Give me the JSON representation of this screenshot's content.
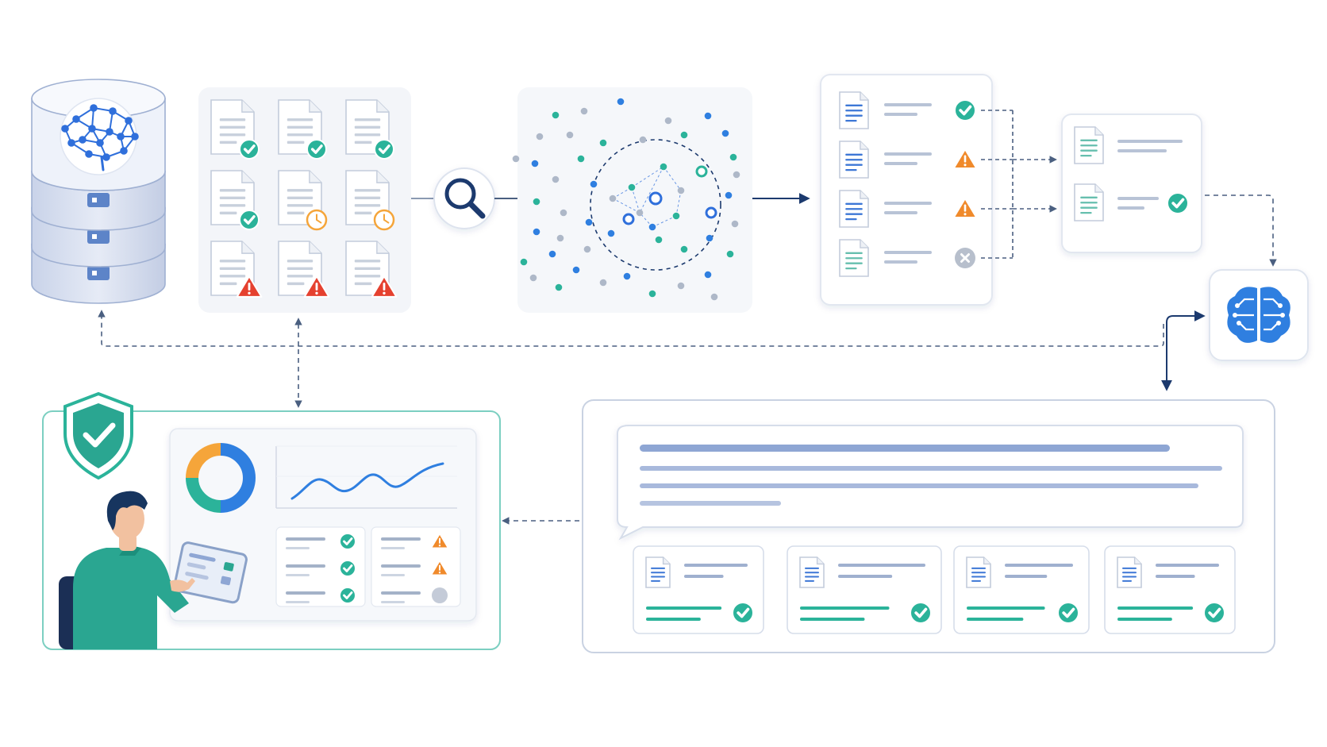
{
  "colors": {
    "navy": "#1c3a6e",
    "blue": "#2f7fe0",
    "teal": "#2bb39a",
    "orange": "#f08a2b",
    "red": "#e5412f",
    "gray": "#b7bfcc",
    "line": "#8a9ab2",
    "panel": "#f3f5f9"
  },
  "icons": {
    "database": "database-brain-icon",
    "search": "magnifier-icon",
    "ai": "brain-circuit-icon",
    "security": "shield-check-icon",
    "user": "person-with-tablet-icon"
  },
  "document_grid": {
    "statuses": [
      "check",
      "check",
      "check",
      "check",
      "clock",
      "clock",
      "warning",
      "warning",
      "warning"
    ]
  },
  "ranked_documents": {
    "statuses": [
      "check",
      "warning",
      "warning",
      "cross"
    ]
  },
  "selected_documents": {
    "statuses": [
      "none",
      "check"
    ]
  },
  "answer_sources": {
    "statuses": [
      "check",
      "check",
      "check",
      "check"
    ]
  },
  "dashboard": {
    "donut_segments": [
      {
        "color": "#2f7fe0",
        "share": 0.5
      },
      {
        "color": "#2bb39a",
        "share": 0.25
      },
      {
        "color": "#f5a53a",
        "share": 0.25
      }
    ],
    "checklist_left": [
      "check",
      "check",
      "check"
    ],
    "checklist_right": [
      "warning",
      "warning",
      "pending"
    ]
  }
}
